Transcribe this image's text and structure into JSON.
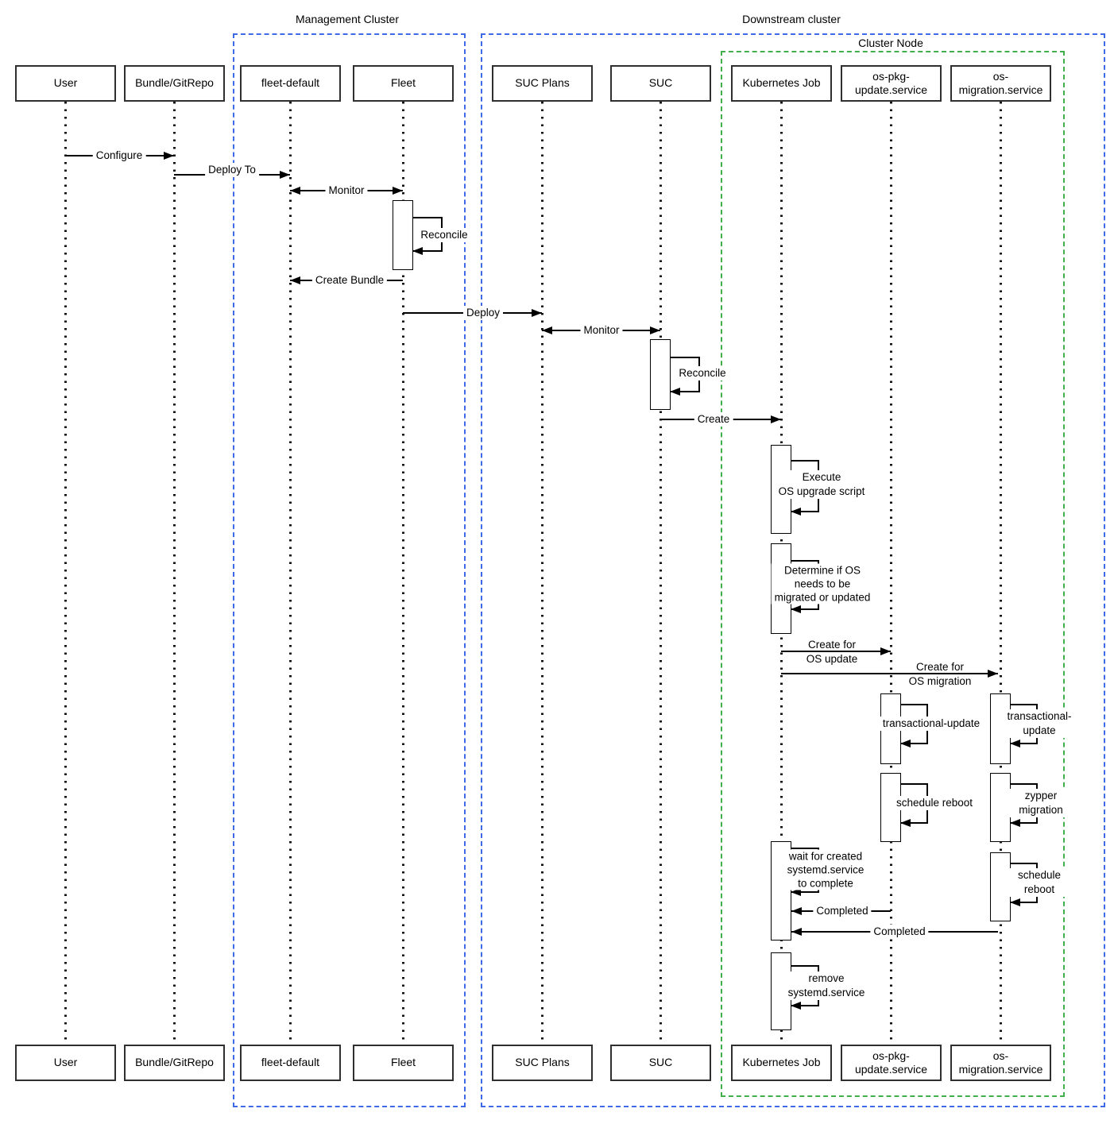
{
  "frames": {
    "management_cluster": "Management Cluster",
    "downstream_cluster": "Downstream cluster",
    "cluster_node": "Cluster Node"
  },
  "actors": {
    "user": "User",
    "bundle_gitrepo": "Bundle/GitRepo",
    "fleet_default": "fleet-default",
    "fleet": "Fleet",
    "suc_plans": "SUC Plans",
    "suc": "SUC",
    "kubernetes_job": "Kubernetes Job",
    "os_pkg_update": "os-pkg-update.service",
    "os_migration": "os-migration.service"
  },
  "messages": {
    "configure": "Configure",
    "deploy_to": "Deploy To",
    "monitor_fleet": "Monitor",
    "reconcile_fleet": "Reconcile",
    "create_bundle": "Create Bundle",
    "deploy": "Deploy",
    "monitor_suc": "Monitor",
    "reconcile_suc": "Reconcile",
    "create": "Create",
    "execute_os_upgrade": "Execute\nOS upgrade script",
    "determine_os": "Determine if OS\nneeds to be\nmigrated or updated",
    "create_for_os_update": "Create for\nOS update",
    "create_for_os_migration": "Create for\nOS migration",
    "transactional_update_pkg": "transactional-update",
    "transactional_update_mig": "transactional-update",
    "schedule_reboot_pkg": "schedule reboot",
    "zypper_migration": "zypper migration",
    "wait_for_systemd": "wait for created\nsystemd.service\nto complete",
    "schedule_reboot_mig": "schedule reboot",
    "completed_pkg": "Completed",
    "completed_mig": "Completed",
    "remove_systemd": "remove\nsystemd.service"
  },
  "colors": {
    "frame_blue": "#3e6ae8",
    "frame_green": "#41b04c",
    "line_black": "#000000",
    "actor_border": "#2f2f2f",
    "background": "#ffffff"
  }
}
